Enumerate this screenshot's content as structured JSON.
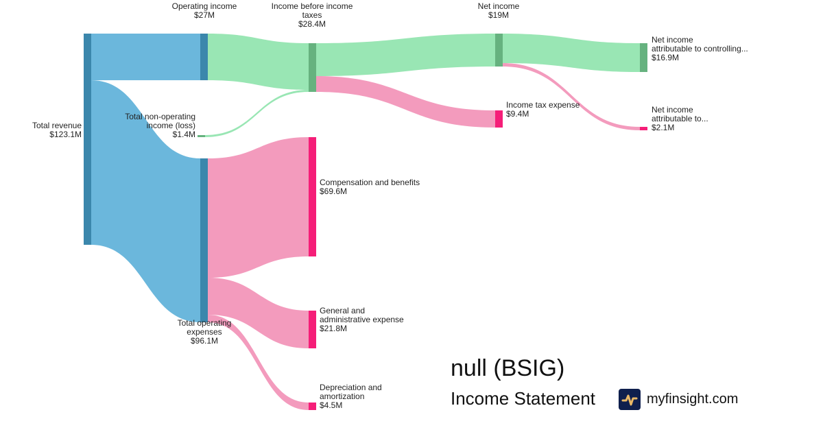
{
  "title": "null (BSIG)",
  "subtitle": "Income Statement",
  "brand": "myfinsight.com",
  "colors": {
    "blue_link": "#6bb7dc",
    "blue_node": "#3b87ac",
    "green_link": "#99e6b4",
    "green_node": "#66b27f",
    "pink_link": "#f39bbd",
    "pink_node": "#f51e78"
  },
  "nodes": {
    "total_revenue": {
      "name": "Total revenue",
      "value": "$123.1M"
    },
    "operating_income": {
      "name": "Operating income",
      "value": "$27M"
    },
    "non_operating": {
      "name1": "Total non-operating",
      "name2": "income (loss)",
      "value": "$1.4M"
    },
    "total_opex": {
      "name1": "Total operating",
      "name2": "expenses",
      "value": "$96.1M"
    },
    "income_before_taxes": {
      "name1": "Income before income",
      "name2": "taxes",
      "value": "$28.4M"
    },
    "compensation": {
      "name": "Compensation and benefits",
      "value": "$69.6M"
    },
    "general_admin": {
      "name1": "General and",
      "name2": "administrative expense",
      "value": "$21.8M"
    },
    "depreciation": {
      "name1": "Depreciation and",
      "name2": "amortization",
      "value": "$4.5M"
    },
    "net_income": {
      "name": "Net income",
      "value": "$19M"
    },
    "income_tax": {
      "name": "Income tax expense",
      "value": "$9.4M"
    },
    "ni_controlling": {
      "name1": "Net income",
      "name2": "attributable to controlling...",
      "value": "$16.9M"
    },
    "ni_noncontrolling": {
      "name1": "Net income",
      "name2": "attributable to...",
      "value": "$2.1M"
    }
  },
  "links": [
    {
      "from": "Total revenue",
      "to": "Operating income",
      "value": 27,
      "color": "blue"
    },
    {
      "from": "Total revenue",
      "to": "Total operating expenses",
      "value": 96.1,
      "color": "blue"
    },
    {
      "from": "Operating income",
      "to": "Income before income taxes",
      "value": 27,
      "color": "green"
    },
    {
      "from": "Total non-operating income (loss)",
      "to": "Income before income taxes",
      "value": 1.4,
      "color": "green"
    },
    {
      "from": "Total operating expenses",
      "to": "Compensation and benefits",
      "value": 69.6,
      "color": "pink"
    },
    {
      "from": "Total operating expenses",
      "to": "General and administrative expense",
      "value": 21.8,
      "color": "pink"
    },
    {
      "from": "Total operating expenses",
      "to": "Depreciation and amortization",
      "value": 4.5,
      "color": "pink"
    },
    {
      "from": "Income before income taxes",
      "to": "Net income",
      "value": 19,
      "color": "green"
    },
    {
      "from": "Income before income taxes",
      "to": "Income tax expense",
      "value": 9.4,
      "color": "pink"
    },
    {
      "from": "Net income",
      "to": "Net income attributable to controlling...",
      "value": 16.9,
      "color": "green"
    },
    {
      "from": "Net income",
      "to": "Net income attributable to...",
      "value": 2.1,
      "color": "pink"
    }
  ]
}
